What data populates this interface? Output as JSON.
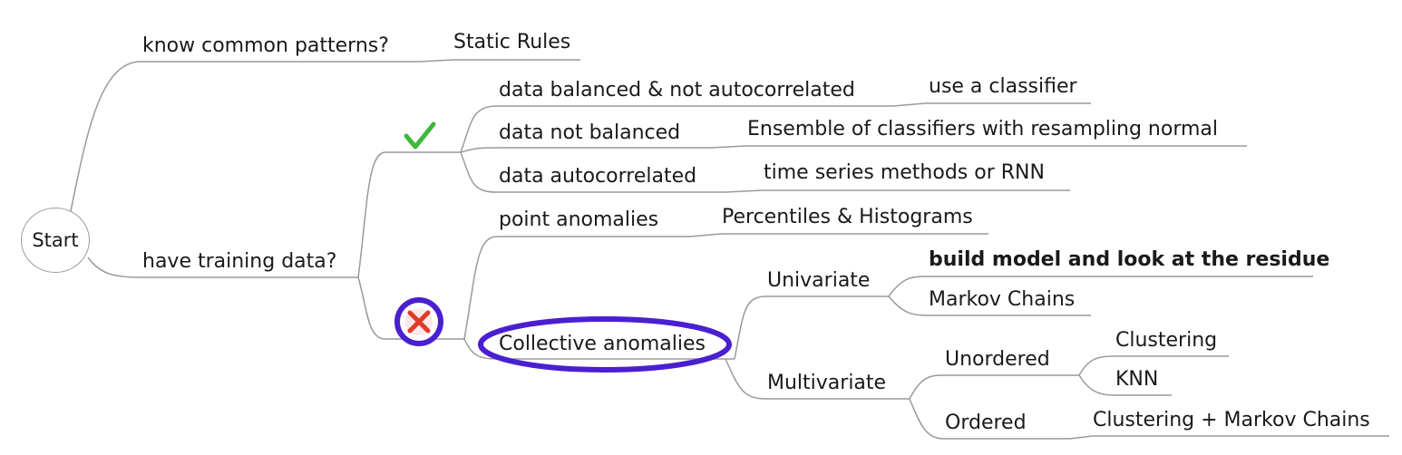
{
  "nodes": {
    "start": "Start",
    "know_common_patterns": "know common patterns?",
    "static_rules": "Static Rules",
    "have_training_data": "have training data?",
    "data_balanced": "data balanced & not autocorrelated",
    "use_classifier": "use a classifier",
    "data_not_balanced": "data not balanced",
    "ensemble": "Ensemble of classifiers with resampling normal",
    "data_autocorrelated": "data autocorrelated",
    "time_series": "time series methods or RNN",
    "point_anomalies": "point anomalies",
    "percentiles": "Percentiles & Histograms",
    "collective_anomalies": "Collective anomalies",
    "univariate": "Univariate",
    "build_model": "build model and look at the residue",
    "markov_chains": "Markov Chains",
    "multivariate": "Multivariate",
    "unordered": "Unordered",
    "clustering": "Clustering",
    "knn": "KNN",
    "ordered": "Ordered",
    "clustering_markov": "Clustering + Markov Chains"
  },
  "icons": {
    "yes": "check-icon",
    "no": "cross-icon"
  },
  "colors": {
    "connector": "#9a9a9a",
    "highlight": "#4a1fd0",
    "check": "#3fb83a",
    "cross": "#e03a2a"
  }
}
